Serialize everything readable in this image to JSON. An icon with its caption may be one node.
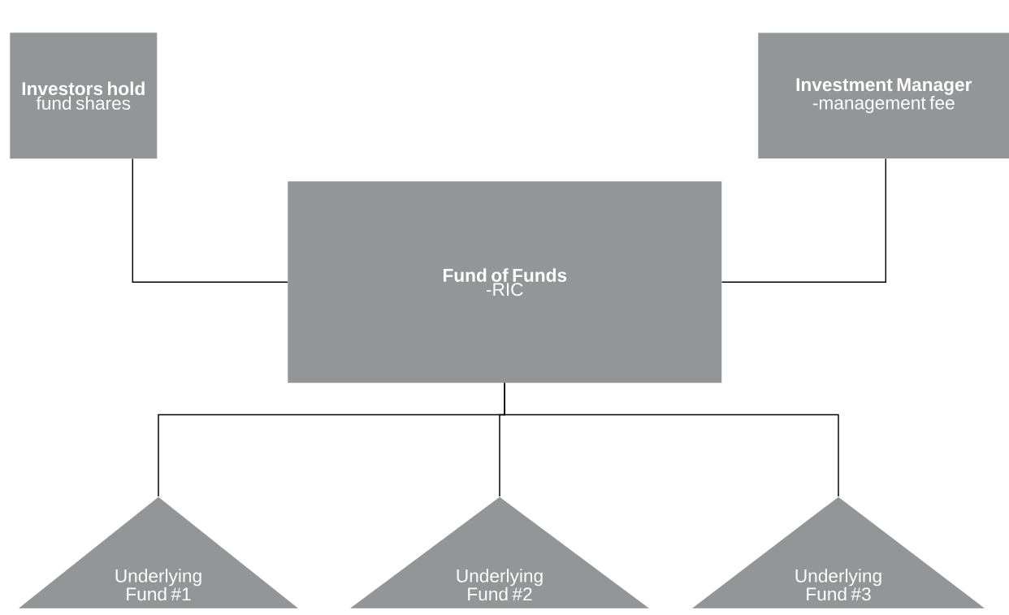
{
  "diagram": {
    "nodes": [
      {
        "text": [
          "Investors hold",
          "fund shares"
        ]
      },
      {
        "text": [
          "Investment Manager",
          "-management fee"
        ]
      },
      {
        "text": [
          "Fund of Funds",
          "-RIC"
        ]
      },
      {
        "text": [
          "Underlying Fund #1"
        ]
      },
      {
        "text": [
          "Underlying Fund #2"
        ]
      },
      {
        "text": [
          "Underlying Fund #3"
        ]
      }
    ],
    "edges": [
      {
        "from": 0,
        "to": 2,
        "arrow": "none"
      },
      {
        "from": 1,
        "to": 2,
        "arrow": "none"
      },
      {
        "from": 2,
        "to": 3,
        "arrow": "none"
      },
      {
        "from": 2,
        "to": 4,
        "arrow": "none"
      },
      {
        "from": 2,
        "to": 5,
        "arrow": "none"
      }
    ]
  }
}
